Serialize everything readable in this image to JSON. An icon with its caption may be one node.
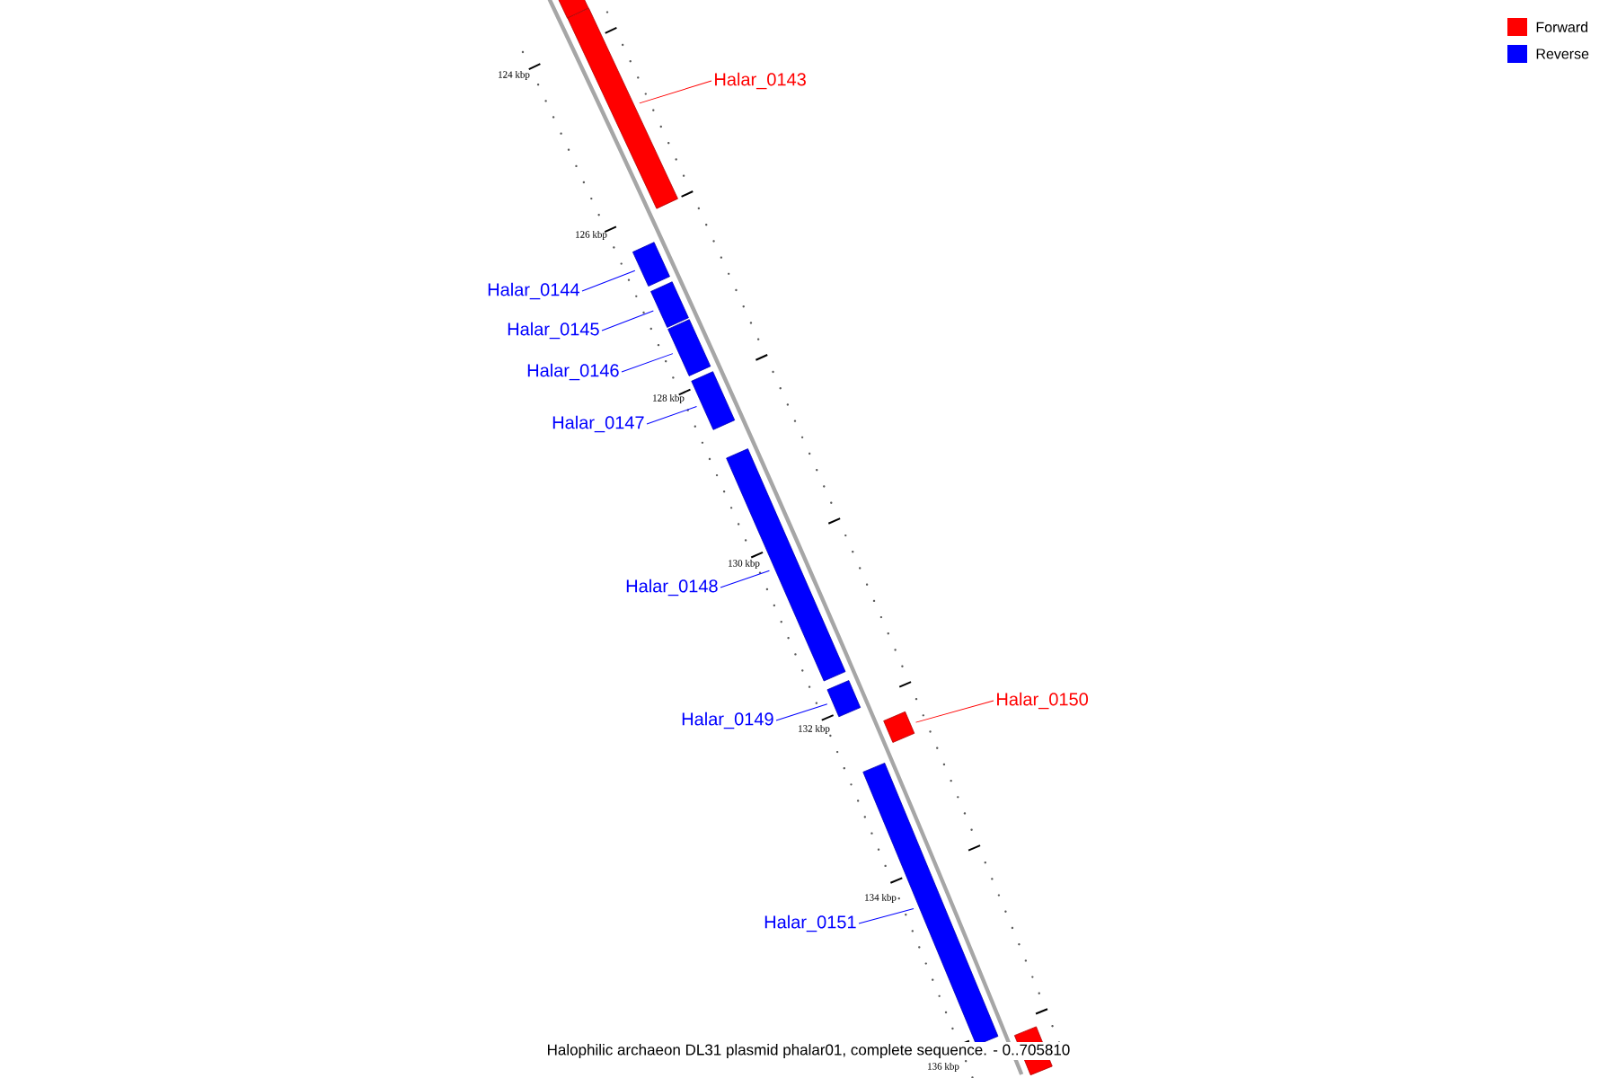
{
  "diagram": {
    "caption": "Halophilic archaeon DL31 plasmid phalar01, complete sequence. - 0..705810",
    "nodes": [
      {
        "text": [],
        "shape": "bar"
      },
      {
        "text": [
          "Halar_0143"
        ]
      },
      {
        "text": [],
        "shape": "bar"
      },
      {
        "text": [
          "Halar_0144"
        ]
      },
      {
        "text": [],
        "shape": "bar"
      },
      {
        "text": [
          "Halar_0145"
        ]
      },
      {
        "text": [],
        "shape": "bar"
      },
      {
        "text": [
          "Halar_0146"
        ]
      },
      {
        "text": [],
        "shape": "bar"
      },
      {
        "text": [
          "Halar_0147"
        ]
      },
      {
        "text": [],
        "shape": "bar"
      },
      {
        "text": [
          "Halar_0148"
        ]
      },
      {
        "text": [],
        "shape": "bar"
      },
      {
        "text": [
          "Halar_0149"
        ]
      },
      {
        "text": [],
        "shape": "bar"
      },
      {
        "text": [
          "Halar_0150"
        ]
      },
      {
        "text": [],
        "shape": "bar"
      },
      {
        "text": [
          "Halar_0151"
        ]
      },
      {
        "text": [],
        "shape": "bar"
      },
      {
        "text": [],
        "shape": "bar"
      }
    ],
    "edges": [
      {
        "from": 1,
        "to": 2,
        "arrow": "none",
        "color": "#ff0000"
      },
      {
        "from": 3,
        "to": 4,
        "arrow": "none"
      },
      {
        "from": 5,
        "to": 6,
        "arrow": "none"
      },
      {
        "from": 7,
        "to": 8,
        "arrow": "none"
      },
      {
        "from": 9,
        "to": 10,
        "arrow": "none"
      },
      {
        "from": 11,
        "to": 12,
        "arrow": "none"
      },
      {
        "from": 13,
        "to": 14,
        "arrow": "none"
      },
      {
        "from": 15,
        "to": 16,
        "arrow": "none",
        "color": "#ff0000"
      },
      {
        "from": 17,
        "to": 18,
        "arrow": "none"
      }
    ],
    "labels": [
      "124 kbp",
      "126 kbp",
      "128 kbp",
      "130 kbp",
      "132 kbp",
      "134 kbp",
      "136 kbp"
    ],
    "legend": [
      {
        "text": "Forward",
        "color": "#ff0000"
      },
      {
        "text": "Reverse",
        "color": "#0000ff"
      }
    ]
  }
}
